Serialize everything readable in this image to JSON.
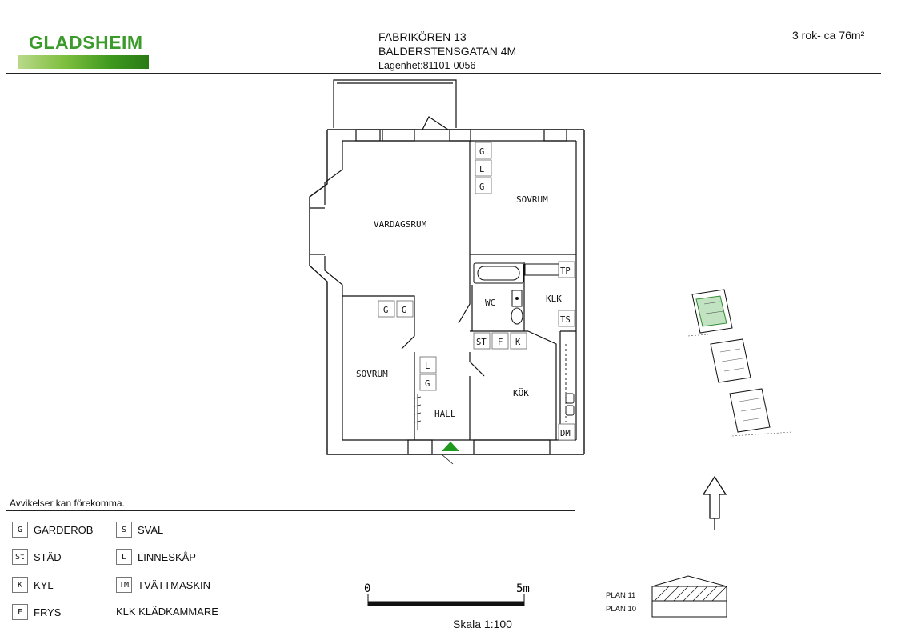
{
  "header": {
    "logo": "GLADSHEIM",
    "property": "FABRIKÖREN 13",
    "street": "BALDERSTENSGATAN 4M",
    "apartment": "Lägenhet:81101-0056",
    "size": "3 rok- ca 76m²"
  },
  "rooms": {
    "living": "VARDAGSRUM",
    "bedroom_1": "SOVRUM",
    "bedroom_2": "SOVRUM",
    "wc": "WC",
    "closet": "KLK",
    "kitchen": "KÖK",
    "hall": "HALL"
  },
  "fixtures": {
    "g": "G",
    "l": "L",
    "tp": "TP",
    "ts": "TS",
    "st": "ST",
    "f": "F",
    "k": "K",
    "dm": "DM"
  },
  "note": "Avvikelser kan förekomma.",
  "legend": [
    {
      "code": "G",
      "label": "GARDEROB"
    },
    {
      "code": "St",
      "label": "STÄD"
    },
    {
      "code": "K",
      "label": "KYL"
    },
    {
      "code": "F",
      "label": "FRYS"
    },
    {
      "code": "S",
      "label": "SVAL"
    },
    {
      "code": "L",
      "label": "LINNESKÅP"
    },
    {
      "code": "TM",
      "label": "TVÄTTMASKIN"
    },
    {
      "code": "",
      "label": "KLK KLÄDKAMMARE"
    }
  ],
  "scale": {
    "start": "0",
    "end": "5m",
    "title": "Skala 1:100"
  },
  "floors": {
    "upper": "PLAN 11",
    "lower": "PLAN 10"
  },
  "colors": {
    "brand": "#3a9a2a",
    "entrance_marker": "#1f9a1f",
    "highlight": "#4caf50"
  }
}
